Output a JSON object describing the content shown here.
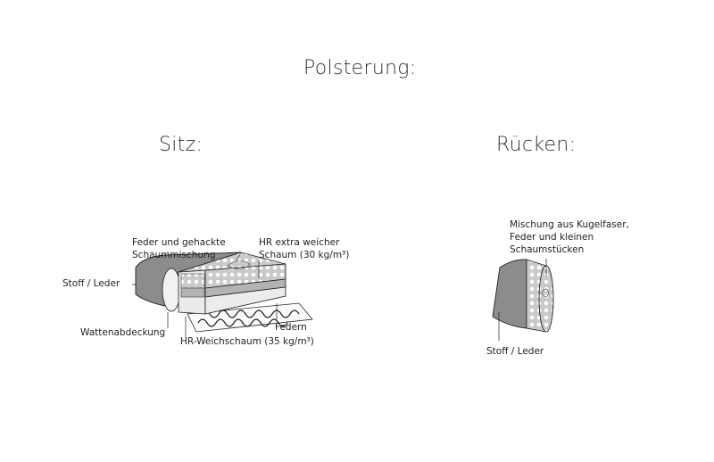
{
  "titles": {
    "main": "Polsterung:",
    "seat": "Sitz:",
    "back": "Rücken:"
  },
  "seat_labels": {
    "feather_mix_line1": "Feder und gehackte",
    "feather_mix_line2": "Schaummischung",
    "hr_extra_line1": "HR extra weicher",
    "hr_extra_line2": "Schaum (30 kg/m³)",
    "cover": "Stoff / Leder",
    "wadding": "Wattenabdeckung",
    "springs": "Federn",
    "hr_soft": "HR-Weichschaum (35 kg/m³)"
  },
  "back_labels": {
    "fill_line1": "Mischung aus Kugelfaser,",
    "fill_line2": "Feder und kleinen",
    "fill_line3": "Schaumstücken",
    "cover": "Stoff / Leder"
  },
  "colors": {
    "cover": "#8c8c8c",
    "outline": "#222222",
    "foam_light": "#e6e6e6",
    "foam_mid": "#b3b3b3",
    "dots": "#ffffff"
  }
}
